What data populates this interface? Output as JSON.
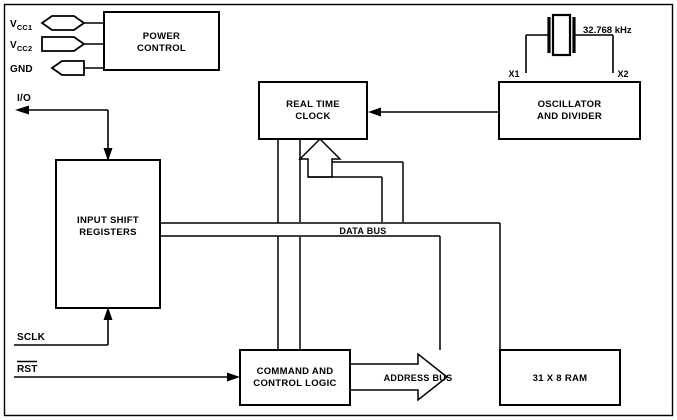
{
  "diagram": {
    "title": "Real Time Clock Block Diagram",
    "background_color": "#ffffff",
    "line_color": "#000000",
    "blocks": [
      {
        "id": "power_control",
        "label_line1": "POWER",
        "label_line2": "CONTROL"
      },
      {
        "id": "oscillator",
        "label_line1": "OSCILLATOR",
        "label_line2": "AND DIVIDER"
      },
      {
        "id": "real_time_clock",
        "label_line1": "REAL TIME",
        "label_line2": "CLOCK"
      },
      {
        "id": "input_shift",
        "label_line1": "INPUT SHIFT",
        "label_line2": "REGISTERS"
      },
      {
        "id": "command_logic",
        "label_line1": "COMMAND AND",
        "label_line2": "CONTROL LOGIC"
      },
      {
        "id": "ram",
        "label_line1": "31 X 8 RAM",
        "label_line2": ""
      }
    ],
    "pins": [
      {
        "id": "vcc1",
        "base": "V",
        "sub": "CC1",
        "shape": "bidirectional"
      },
      {
        "id": "vcc2",
        "base": "V",
        "sub": "CC2",
        "shape": "output"
      },
      {
        "id": "gnd",
        "base": "GND",
        "sub": "",
        "shape": "input"
      },
      {
        "id": "io",
        "base": "I/O",
        "sub": "",
        "shape": "line"
      },
      {
        "id": "sclk",
        "base": "SCLK",
        "sub": "",
        "shape": "line"
      },
      {
        "id": "rst",
        "base": "RST",
        "sub": "",
        "shape": "line",
        "overbar": true
      }
    ],
    "buses": [
      {
        "id": "data_bus",
        "label": "DATA BUS"
      },
      {
        "id": "address_bus",
        "label": "ADDRESS BUS"
      }
    ],
    "crystal": {
      "frequency": "32.768 kHz",
      "terminal_left": "X1",
      "terminal_right": "X2"
    }
  }
}
